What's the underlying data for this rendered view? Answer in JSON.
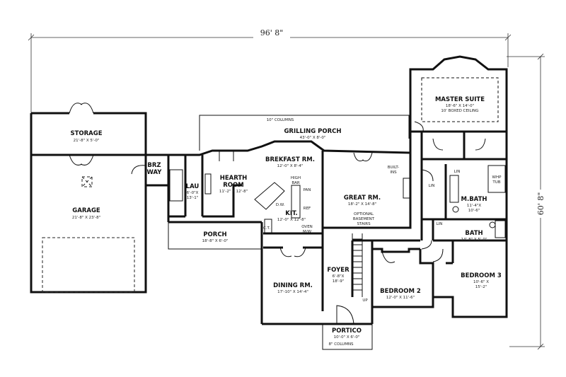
{
  "dimensions": {
    "width_label": "96' 8\"",
    "depth_label": "60' 8\""
  },
  "rooms": {
    "storage": {
      "name": "STORAGE",
      "size": "21'-8\" X 5'-0\""
    },
    "garage": {
      "name": "GARAGE",
      "size": "21'-8\" X 23'-8\""
    },
    "brz_way": {
      "line1": "BRZ",
      "line2": "WAY"
    },
    "lau": {
      "name": "LAU",
      "size1": "6'-0\"X",
      "size2": "13'-1\""
    },
    "hearth": {
      "line1": "HEARTH",
      "line2": "ROOM",
      "size": "11'-2\" X 12'-8\""
    },
    "grilling": {
      "name": "GRILLING PORCH",
      "size": "43'-0\" X 8'-0\"",
      "columns": "10\" COLUMNS"
    },
    "brekfast": {
      "name": "BREKFAST RM.",
      "size": "12'-0\" X 8'-4\""
    },
    "kit": {
      "name": "KIT.",
      "size": "12'-0\" X 12'-8\""
    },
    "great": {
      "name": "GREAT RM.",
      "size": "18'-2\" X 14'-8\"",
      "note1": "OPTIONAL",
      "note2": "BASEMENT",
      "note3": "STAIRS"
    },
    "porch": {
      "name": "PORCH",
      "size": "18'-8\" X 6'-0\""
    },
    "dining": {
      "name": "DINING RM.",
      "size": "17'-10\" X 14'-4\""
    },
    "foyer": {
      "name": "FOYER",
      "size1": "6'-8\"X",
      "size2": "18'-9\""
    },
    "portico": {
      "name": "PORTICO",
      "size": "10'-0\" X 6'-0\"",
      "columns": "8\" COLUMNS"
    },
    "bedroom2": {
      "name": "BEDROOM 2",
      "size": "12'-0\" X 11'-6\""
    },
    "bedroom3": {
      "name": "BEDROOM 3",
      "size1": "10'-6\" X",
      "size2": "15'-2\""
    },
    "bath": {
      "name": "BATH",
      "size": "14'-8\" X 5'-0\""
    },
    "mbath": {
      "name": "M.BATH",
      "size1": "11'-4\"X",
      "size2": "10'-6\""
    },
    "master": {
      "name": "MASTER SUITE",
      "size": "18'-6\" X 14'-0\"",
      "ceiling": "10' BOXED CEILING"
    }
  },
  "labels": {
    "high": "HIGH",
    "bar": "BAR",
    "pan": "PAN",
    "ref": "REF",
    "dw": "D.W.",
    "oven": "OVEN",
    "mw": "M/W",
    "ct": "C.T.",
    "built": "BUILT-",
    "ins": "INS",
    "lin": "LIN",
    "whp": "WHP",
    "tub": "TUB",
    "up": "UP"
  }
}
